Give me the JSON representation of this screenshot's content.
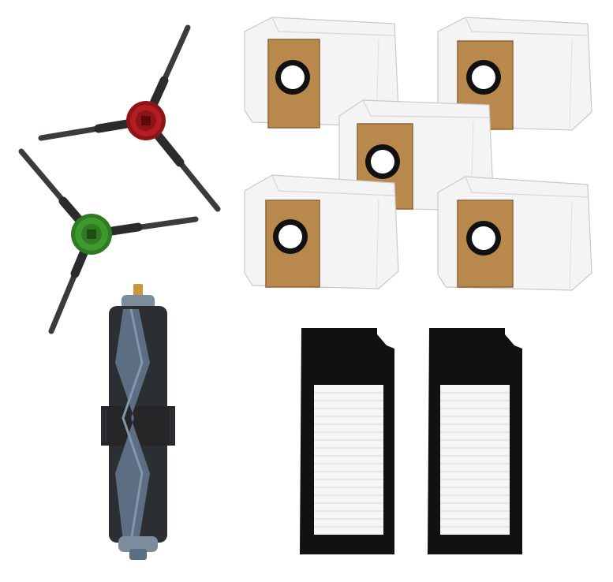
{
  "scene": {
    "background": "#ffffff",
    "items": [
      {
        "kind": "side-brush",
        "hub_color": "#b21e24"
      },
      {
        "kind": "side-brush",
        "hub_color": "#3e9a2e"
      },
      {
        "kind": "dust-bag",
        "count": 5,
        "seal_color": "#b9884d"
      },
      {
        "kind": "main-roller-brush",
        "core_color": "#5c6f82"
      },
      {
        "kind": "hepa-filter",
        "count": 2,
        "frame_color": "#111111"
      }
    ]
  }
}
